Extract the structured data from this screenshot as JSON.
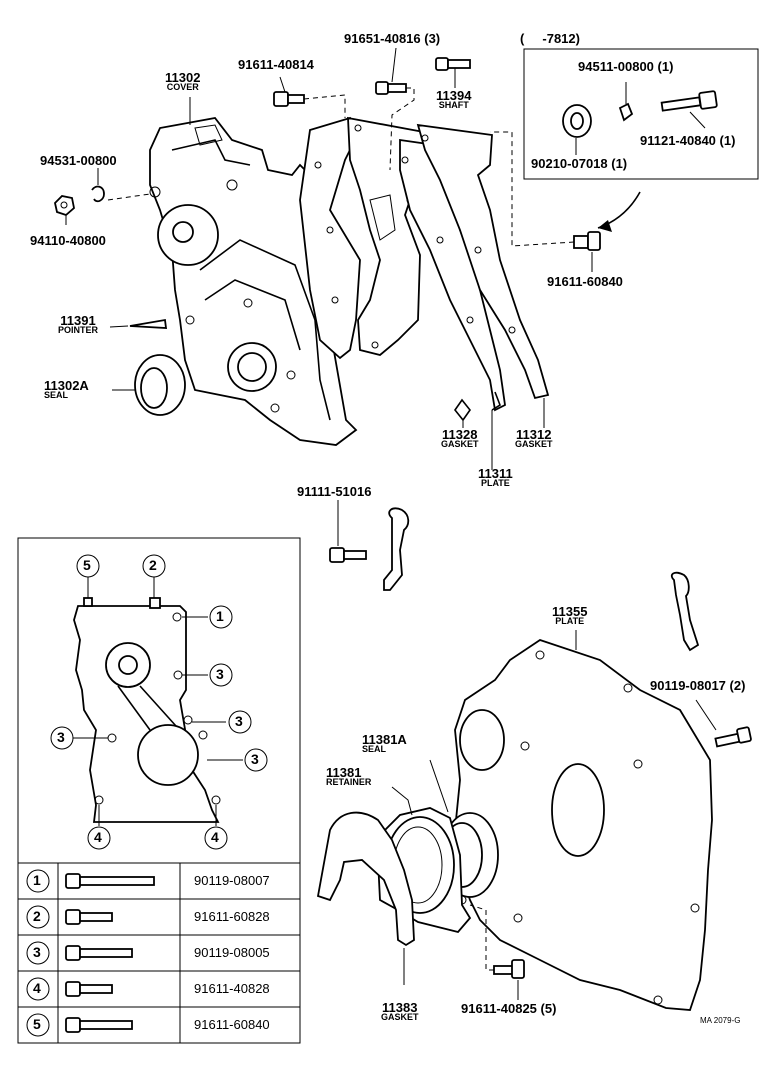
{
  "callouts": {
    "c11302": {
      "pn": "11302",
      "name": "COVER"
    },
    "c91611_40814": {
      "pn": "91611-40814"
    },
    "c91651": {
      "pn": "91651-40816 (3)"
    },
    "c11394": {
      "pn": "11394",
      "name": "SHAFT"
    },
    "c94531": {
      "pn": "94531-00800"
    },
    "c94110": {
      "pn": "94110-40800"
    },
    "c11391": {
      "pn": "11391",
      "name": "POINTER"
    },
    "c11302A": {
      "pn": "11302A",
      "name": "SEAL"
    },
    "c11328": {
      "pn": "11328",
      "name": "GASKET"
    },
    "c11312": {
      "pn": "11312",
      "name": "GASKET"
    },
    "c11311": {
      "pn": "11311",
      "name": "PLATE"
    },
    "c91611_60840": {
      "pn": "91611-60840"
    },
    "c91111": {
      "pn": "91111-51016"
    },
    "c11355": {
      "pn": "11355",
      "name": "PLATE"
    },
    "c90119_08017": {
      "pn": "90119-08017 (2)"
    },
    "c11381A": {
      "pn": "11381A",
      "name": "SEAL"
    },
    "c11381": {
      "pn": "11381",
      "name": "RETAINER"
    },
    "c11383": {
      "pn": "11383",
      "name": "GASKET"
    },
    "c91611_40825": {
      "pn": "91611-40825 (5)"
    }
  },
  "inset": {
    "range": "(     -7812)",
    "p94511": "94511-00800 (1)",
    "p91121": "91121-40840 (1)",
    "p90210": "90210-07018 (1)"
  },
  "diagram_markers": [
    "5",
    "2",
    "1",
    "3",
    "3",
    "3",
    "3",
    "4",
    "4"
  ],
  "bolt_table": [
    {
      "num": "1",
      "part": "90119-08007"
    },
    {
      "num": "2",
      "part": "91611-60828"
    },
    {
      "num": "3",
      "part": "90119-08005"
    },
    {
      "num": "4",
      "part": "91611-40828"
    },
    {
      "num": "5",
      "part": "91611-60840"
    }
  ],
  "footer_code": "MA 2079-G"
}
